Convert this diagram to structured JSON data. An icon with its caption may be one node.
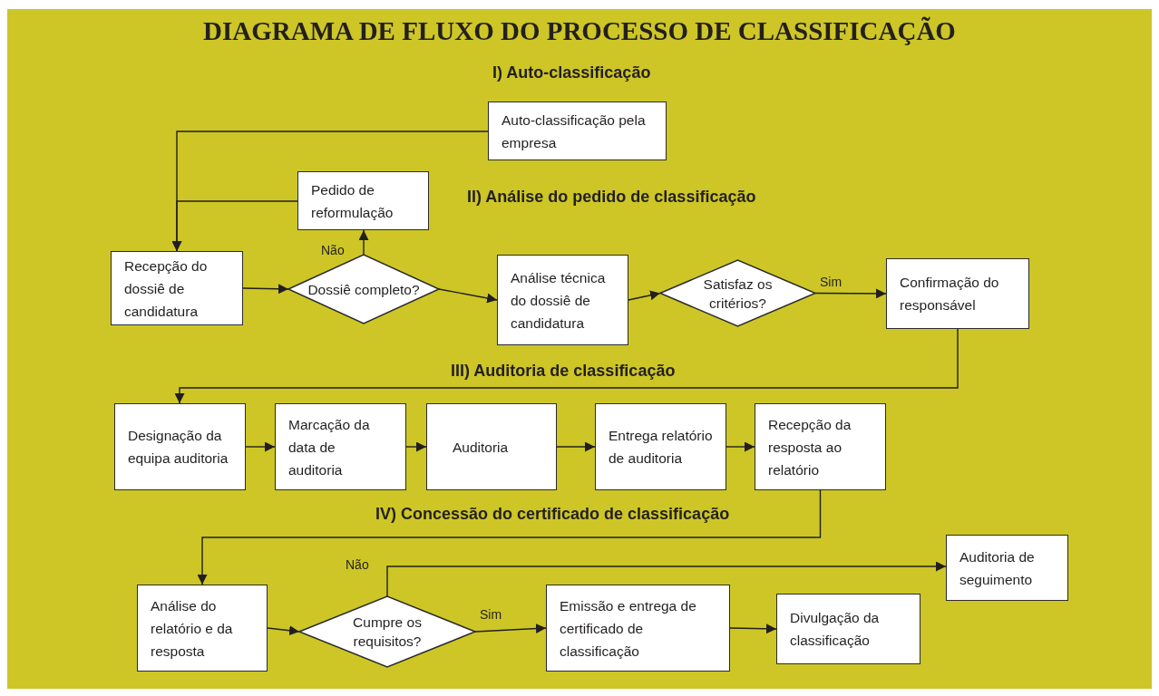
{
  "diagram": {
    "title": "DIAGRAMA DE FLUXO DO PROCESSO DE CLASSIFICAÇÃO",
    "nodes": [
      {
        "text": [
          "Auto-classificação pela empresa"
        ]
      },
      {
        "text": [
          "Pedido de reformulação"
        ]
      },
      {
        "text": [
          "Recepção do dossiê de candidatura"
        ]
      },
      {
        "text": [
          "Dossiê completo?"
        ]
      },
      {
        "text": [
          "Análise técnica do dossiê de candidatura"
        ]
      },
      {
        "text": [
          "Satisfaz os critérios?"
        ]
      },
      {
        "text": [
          "Confirmação do responsável"
        ]
      },
      {
        "text": [
          "Designação da equipa auditoria"
        ]
      },
      {
        "text": [
          "Marcação da data de auditoria"
        ]
      },
      {
        "text": [
          "Auditoria"
        ]
      },
      {
        "text": [
          "Entrega relatório de auditoria"
        ]
      },
      {
        "text": [
          "Recepção da resposta ao relatório"
        ]
      },
      {
        "text": [
          "Análise do relatório e da resposta"
        ]
      },
      {
        "text": [
          "Cumpre os requisitos?"
        ]
      },
      {
        "text": [
          "Emissão e entrega de certificado de classificação"
        ]
      },
      {
        "text": [
          "Divulgação da classificação"
        ]
      },
      {
        "text": [
          "Auditoria de seguimento"
        ]
      }
    ],
    "edges": [
      {
        "from": 0,
        "to": 2,
        "arrow": "to"
      },
      {
        "from": 1,
        "to": 2,
        "arrow": "to"
      },
      {
        "from": 2,
        "to": 3,
        "arrow": "to"
      },
      {
        "from": 3,
        "to": 1,
        "arrow": "to",
        "label": "Não"
      },
      {
        "from": 3,
        "to": 4,
        "arrow": "to"
      },
      {
        "from": 4,
        "to": 5,
        "arrow": "to"
      },
      {
        "from": 5,
        "to": 6,
        "arrow": "to",
        "label": "Sim"
      },
      {
        "from": 6,
        "to": 7,
        "arrow": "to"
      },
      {
        "from": 7,
        "to": 8,
        "arrow": "to"
      },
      {
        "from": 8,
        "to": 9,
        "arrow": "to"
      },
      {
        "from": 9,
        "to": 10,
        "arrow": "to"
      },
      {
        "from": 10,
        "to": 11,
        "arrow": "to"
      },
      {
        "from": 11,
        "to": 12,
        "arrow": "to"
      },
      {
        "from": 12,
        "to": 13,
        "arrow": "to"
      },
      {
        "from": 13,
        "to": 14,
        "arrow": "to",
        "label": "Sim"
      },
      {
        "from": 13,
        "to": 16,
        "arrow": "to",
        "label": "Não"
      },
      {
        "from": 14,
        "to": 15,
        "arrow": "to"
      }
    ],
    "labels": [
      "I) Auto-classificação",
      "II) Análise do pedido de classificação",
      "III) Auditoria de classificação",
      "IV) Concessão do certificado de classificação"
    ]
  }
}
